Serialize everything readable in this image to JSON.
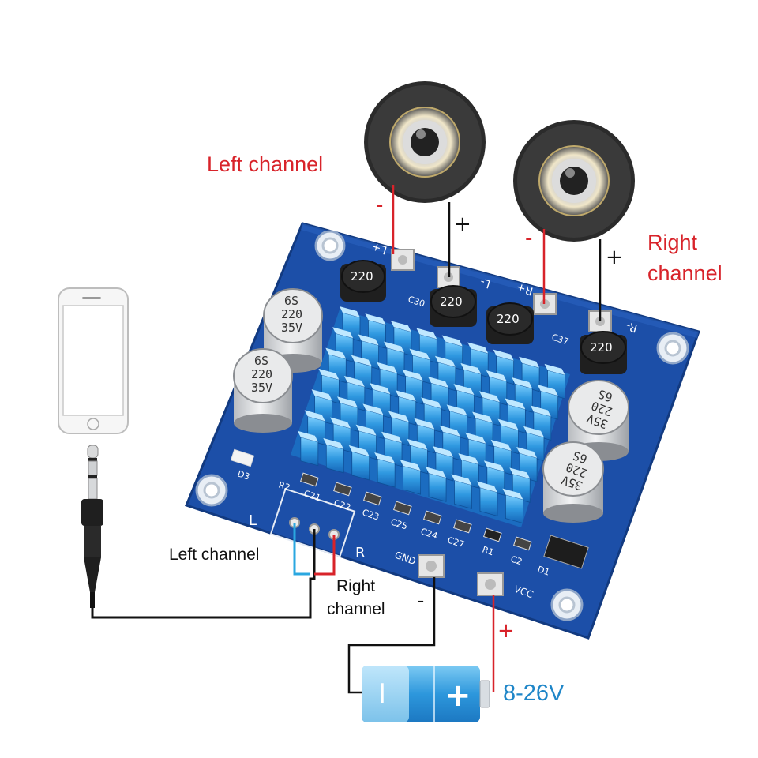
{
  "labels": {
    "left_channel_speaker": "Left channel",
    "right_channel_speaker_line1": "Right",
    "right_channel_speaker_line2": "channel",
    "left_channel_input": "Left channel",
    "right_channel_input_line1": "Right",
    "right_channel_input_line2": "channel",
    "voltage_range": "8-26V"
  },
  "signs": {
    "minus": "-",
    "plus": "+"
  },
  "pcb": {
    "terminals": [
      "L+",
      "L-",
      "R+",
      "R-",
      "GND",
      "VCC"
    ],
    "input_labels": [
      "L",
      "R"
    ],
    "capacitor_text": [
      "6S",
      "220",
      "35V"
    ],
    "inductor_value": "220",
    "component_refs": [
      "C30",
      "C37",
      "D3",
      "R2",
      "C21",
      "C22",
      "C23",
      "C25",
      "C24",
      "C27",
      "R1",
      "C2",
      "D1"
    ]
  },
  "battery": {
    "minus_symbol": "I",
    "plus_symbol": "+"
  },
  "colors": {
    "pcb_blue": "#1c4fa8",
    "heatsink_blue": "#3aa2e6",
    "label_red": "#d8232a",
    "voltage_blue": "#1f86c8",
    "wire_black": "#111111",
    "wire_red": "#d8232a",
    "wire_blue": "#2aa7e0"
  },
  "icons": [
    "smartphone-icon",
    "audio-jack-icon",
    "speaker-icon",
    "battery-icon"
  ]
}
